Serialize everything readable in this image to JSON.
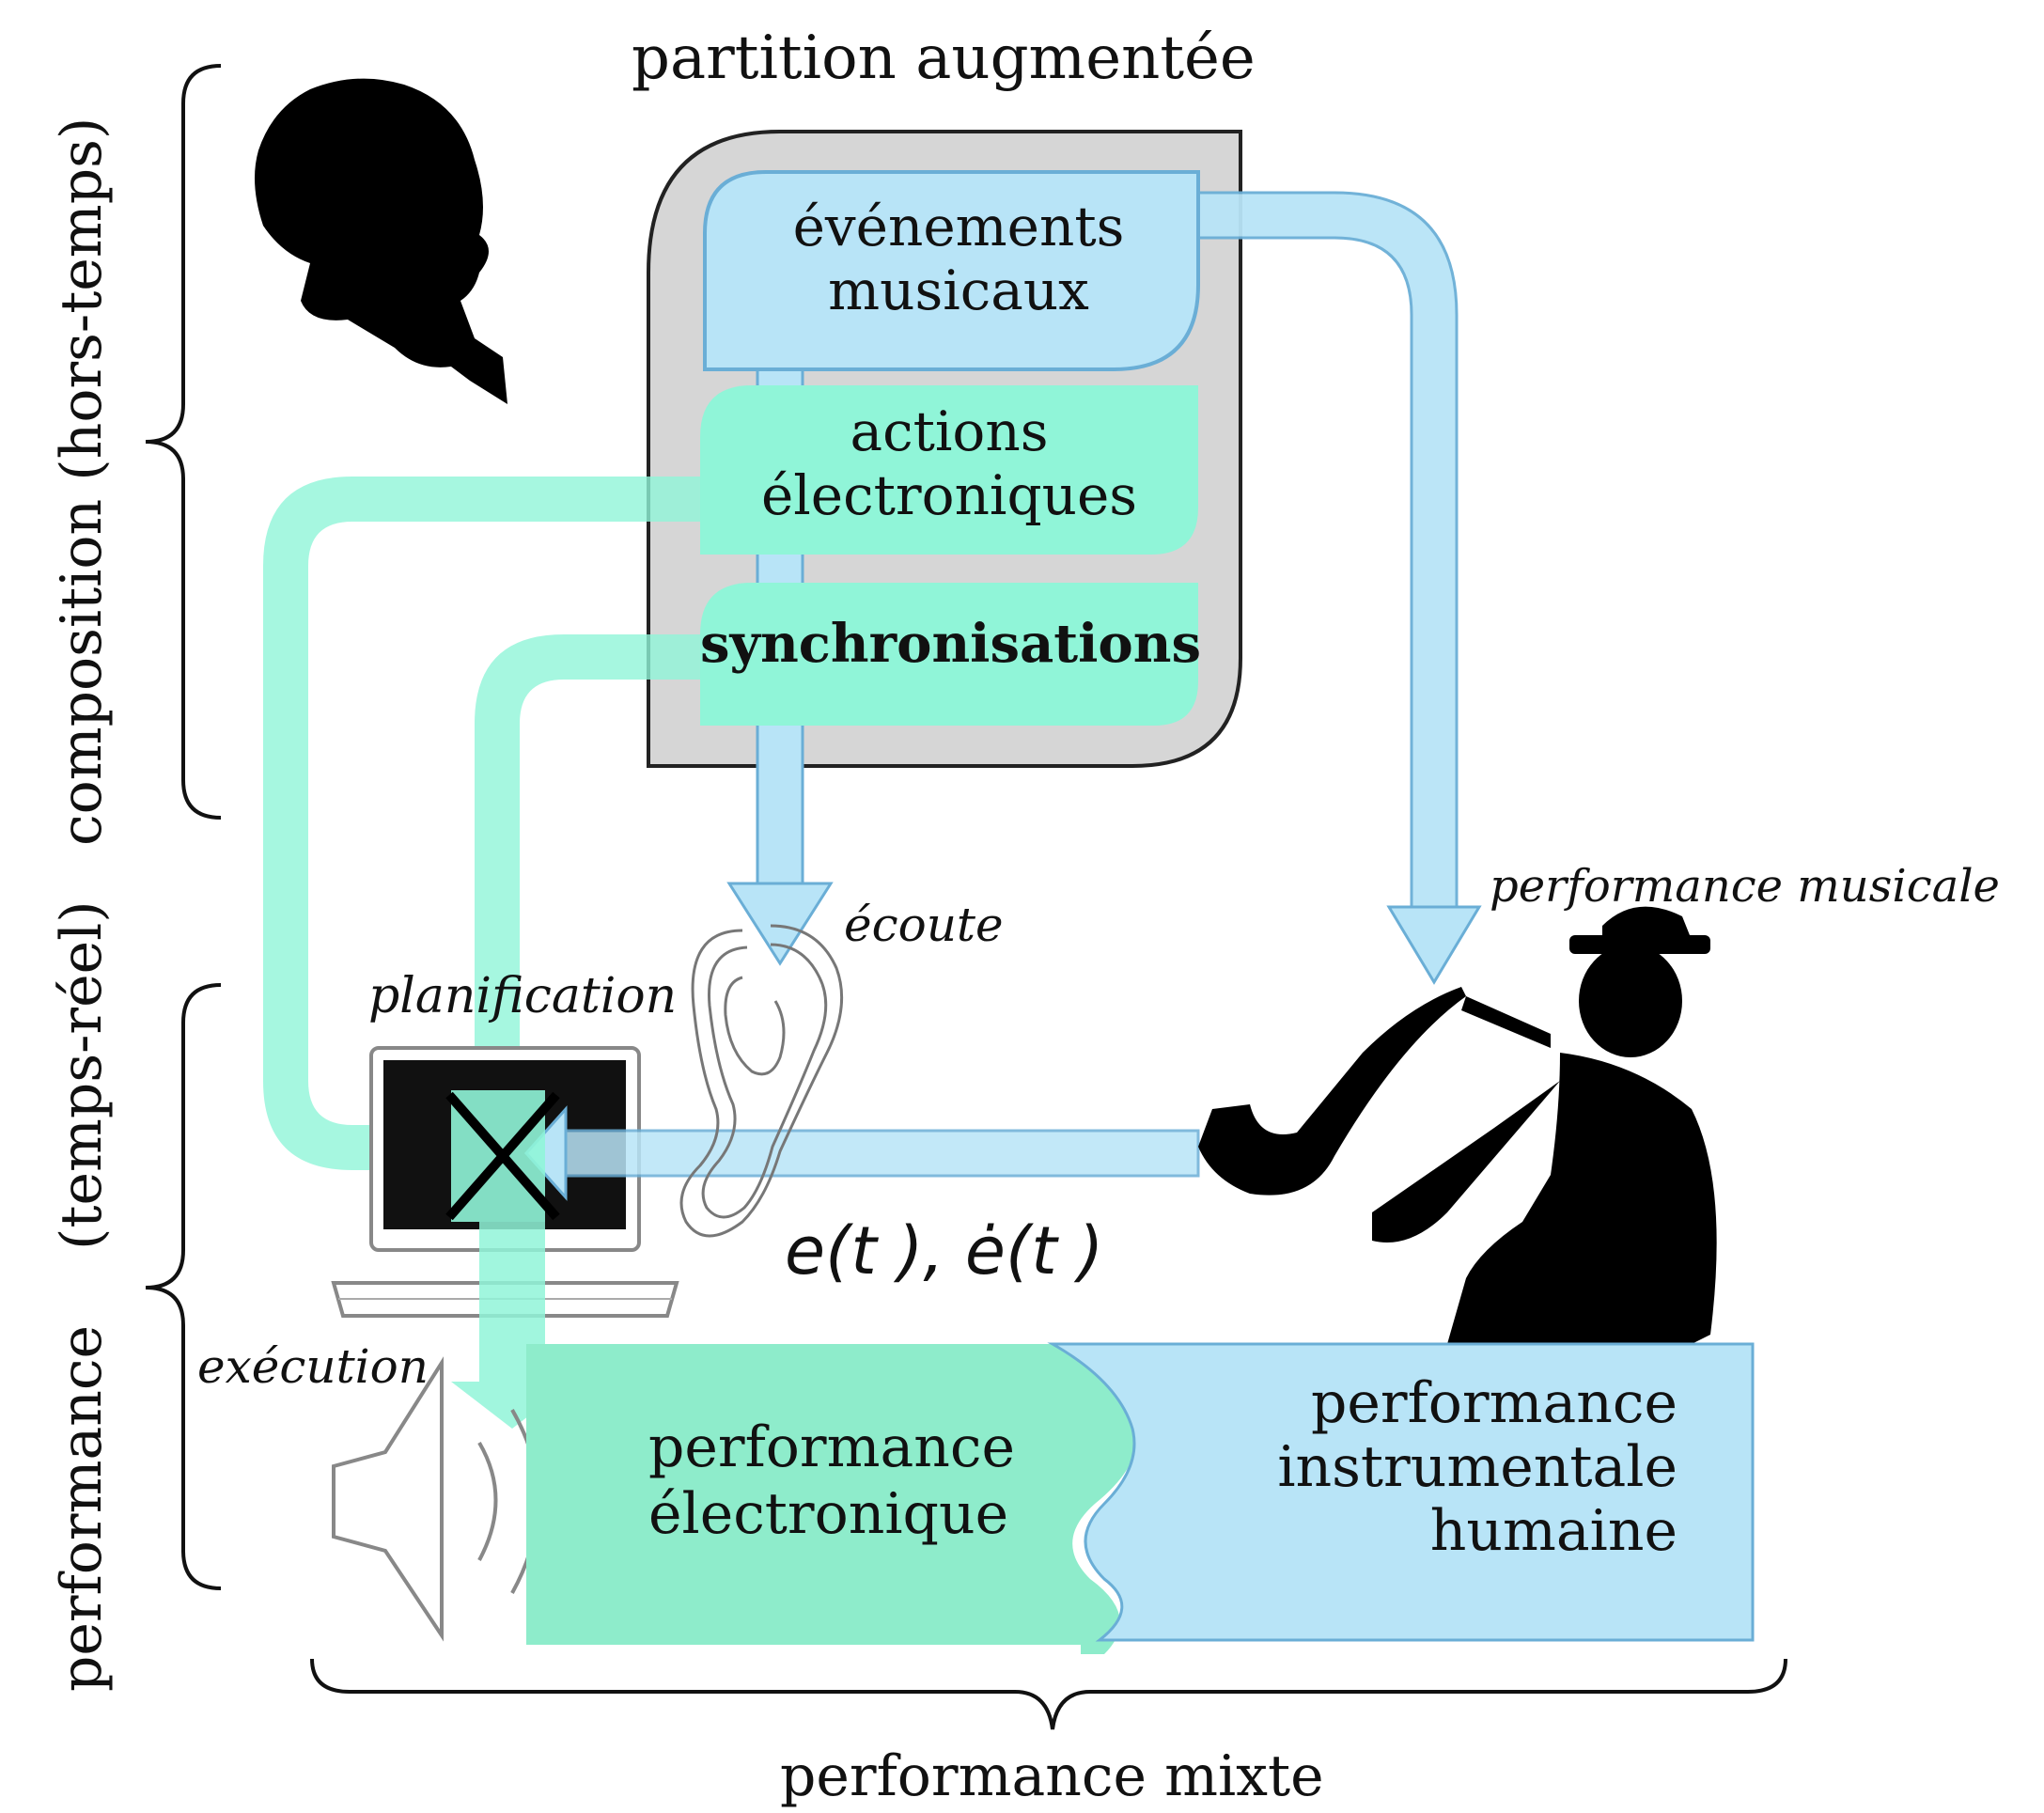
{
  "title": "partition augmentée",
  "score": {
    "events_line1": "événements",
    "events_line2": "musicaux",
    "actions_line1": "actions",
    "actions_line2": "électroniques",
    "sync": "synchronisations"
  },
  "labels": {
    "listening": "écoute",
    "planning": "planification",
    "execution": "exécution",
    "musical_performance": "performance musicale",
    "signal": "e(t ), ė(t )"
  },
  "bottom": {
    "electronic_line1": "performance",
    "electronic_line2": "électronique",
    "human_line1": "performance",
    "human_line2": "instrumentale",
    "human_line3": "humaine",
    "mixed": "performance mixte"
  },
  "side": {
    "composition": "composition (hors-temps)",
    "performance": "performance",
    "realtime": "(temps-réel)"
  },
  "colors": {
    "blue_fill": "#b8e4f7",
    "blue_stroke": "#6aaed6",
    "green_fill": "#90f5d8",
    "green_bottom": "#8eeccb",
    "score_bg": "#d6d6d6"
  }
}
